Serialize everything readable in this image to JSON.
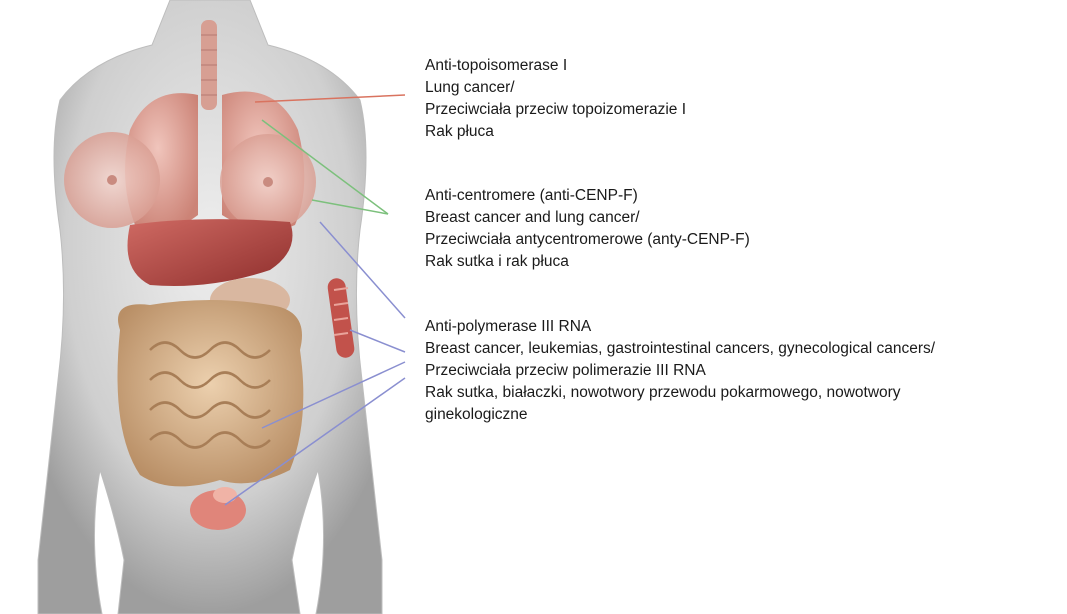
{
  "annotations": [
    {
      "id": "topoisomerase",
      "lines": [
        "Anti-topoisomerase I",
        "Lung cancer/",
        "Przeciwciała przeciw topoizomerazie I",
        "Rak płuca"
      ],
      "leader_color": "#d9735f"
    },
    {
      "id": "centromere",
      "lines": [
        "Anti-centromere (anti-CENP-F)",
        "Breast cancer and lung cancer/",
        "Przeciwciała antycentromerowe (anty-CENP-F)",
        "Rak sutka i rak płuca"
      ],
      "leader_color": "#7cc07c"
    },
    {
      "id": "polymerase",
      "lines": [
        "Anti-polymerase III RNA",
        "Breast cancer, leukemias, gastrointestinal cancers, gynecological cancers/",
        "Przeciwciała przeciw polimerazie III RNA",
        "Rak sutka, białaczki, nowotwory przewodu pokarmowego, nowotwory",
        "ginekologiczne"
      ],
      "leader_color": "#8a8fd0"
    }
  ],
  "colors": {
    "skin": "#d9d9d9",
    "lung": "#e8a59a",
    "liver": "#b54a45",
    "intestine": "#d9b48f"
  }
}
